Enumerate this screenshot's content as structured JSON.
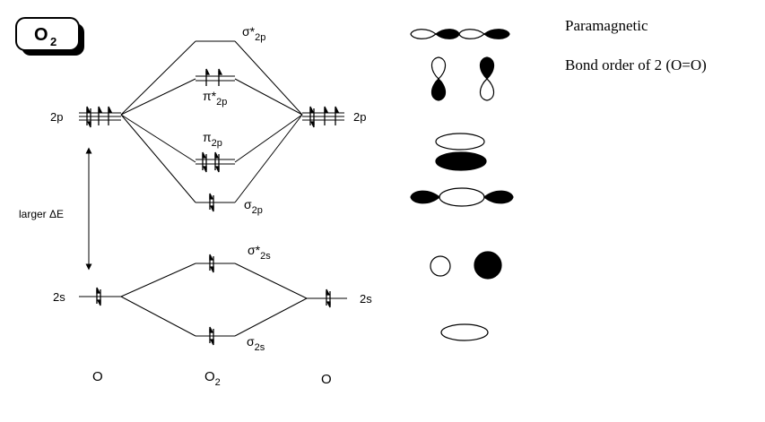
{
  "badge": {
    "molecule": "O",
    "subscript": "2"
  },
  "levels": {
    "left_2p": "2p",
    "right_2p": "2p",
    "left_2s": "2s",
    "right_2s": "2s",
    "sigma_star_2p": {
      "symbol": "σ*",
      "sub": "2p"
    },
    "pi_star_2p": {
      "symbol": "π*",
      "sub": "2p"
    },
    "pi_2p": {
      "symbol": "π",
      "sub": "2p"
    },
    "sigma_2p": {
      "symbol": "σ",
      "sub": "2p"
    },
    "sigma_star_2s": {
      "symbol": "σ*",
      "sub": "2s"
    },
    "sigma_2s": {
      "symbol": "σ",
      "sub": "2s"
    }
  },
  "delta_label": "larger ΔE",
  "bottom_labels": {
    "left_atom": "O",
    "molecule": "O",
    "molecule_sub": "2",
    "right_atom": "O"
  },
  "properties": {
    "magnetism": "Paramagnetic",
    "bond_order": "Bond order of 2 (O=O)"
  },
  "colors": {
    "ink": "#000000",
    "paper": "#ffffff"
  }
}
